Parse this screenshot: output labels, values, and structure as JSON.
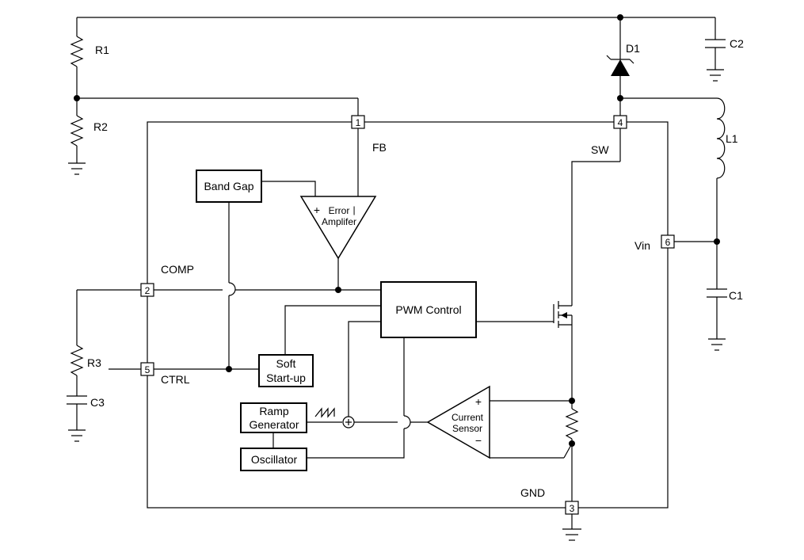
{
  "components": {
    "R1": "R1",
    "R2": "R2",
    "R3": "R3",
    "C1": "C1",
    "C2": "C2",
    "C3": "C3",
    "L1": "L1",
    "D1": "D1"
  },
  "pins": {
    "p1": "1",
    "p2": "2",
    "p3": "3",
    "p4": "4",
    "p5": "5",
    "p6": "6"
  },
  "pin_names": {
    "fb": "FB",
    "sw": "SW",
    "comp": "COMP",
    "ctrl": "CTRL",
    "gnd": "GND",
    "vin": "Vin"
  },
  "blocks": {
    "band_gap": "Band Gap",
    "error_amp_line1": "Error",
    "error_amp_line2": "Amplifer",
    "pwm_control": "PWM Control",
    "soft_start_line1": "Soft",
    "soft_start_line2": "Start-up",
    "ramp_line1": "Ramp",
    "ramp_line2": "Generator",
    "oscillator": "Oscillator",
    "current_sensor_line1": "Current",
    "current_sensor_line2": "Sensor"
  },
  "symbols": {
    "plus": "+",
    "minus": "−",
    "pipe": "|"
  }
}
